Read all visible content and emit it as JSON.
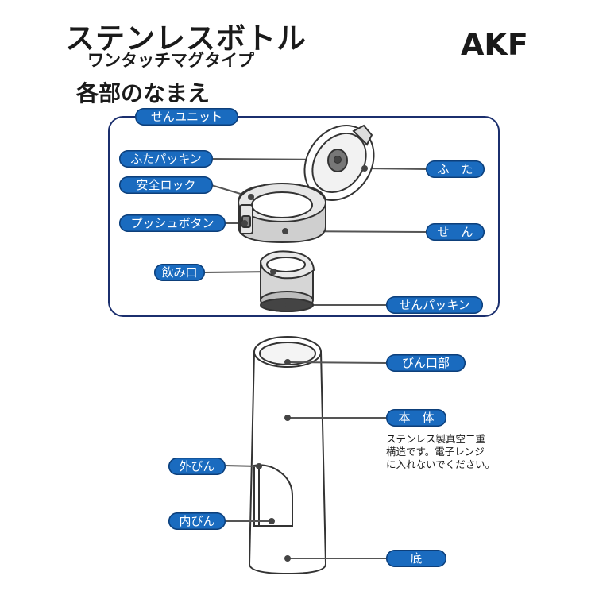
{
  "header": {
    "title": "ステンレスボトル",
    "subtitle": "ワンタッチマグタイプ",
    "brand": "AKF",
    "section_heading": "各部のなまえ"
  },
  "colors": {
    "accent": "#1a6bbf",
    "frame": "#1b2f6e",
    "leader": "#555555",
    "text": "#1a1a1a"
  },
  "lid_unit": {
    "group_label": "せんユニット",
    "labels": {
      "lid_gasket": "ふたパッキン",
      "safety_lock": "安全ロック",
      "push_button": "プッシュボタン",
      "drinking_mouth": "飲み口",
      "lid": "ふ　た",
      "stopper": "せ　ん",
      "stopper_gasket": "せんパッキン"
    }
  },
  "bottle": {
    "labels": {
      "bottle_mouth": "びん口部",
      "body": "本　体",
      "outer_wall": "外びん",
      "inner_wall": "内びん",
      "bottom": "底"
    },
    "note_lines": [
      "ステンレス製真空二重",
      "構造です。電子レンジ",
      "に入れないでください。"
    ]
  }
}
